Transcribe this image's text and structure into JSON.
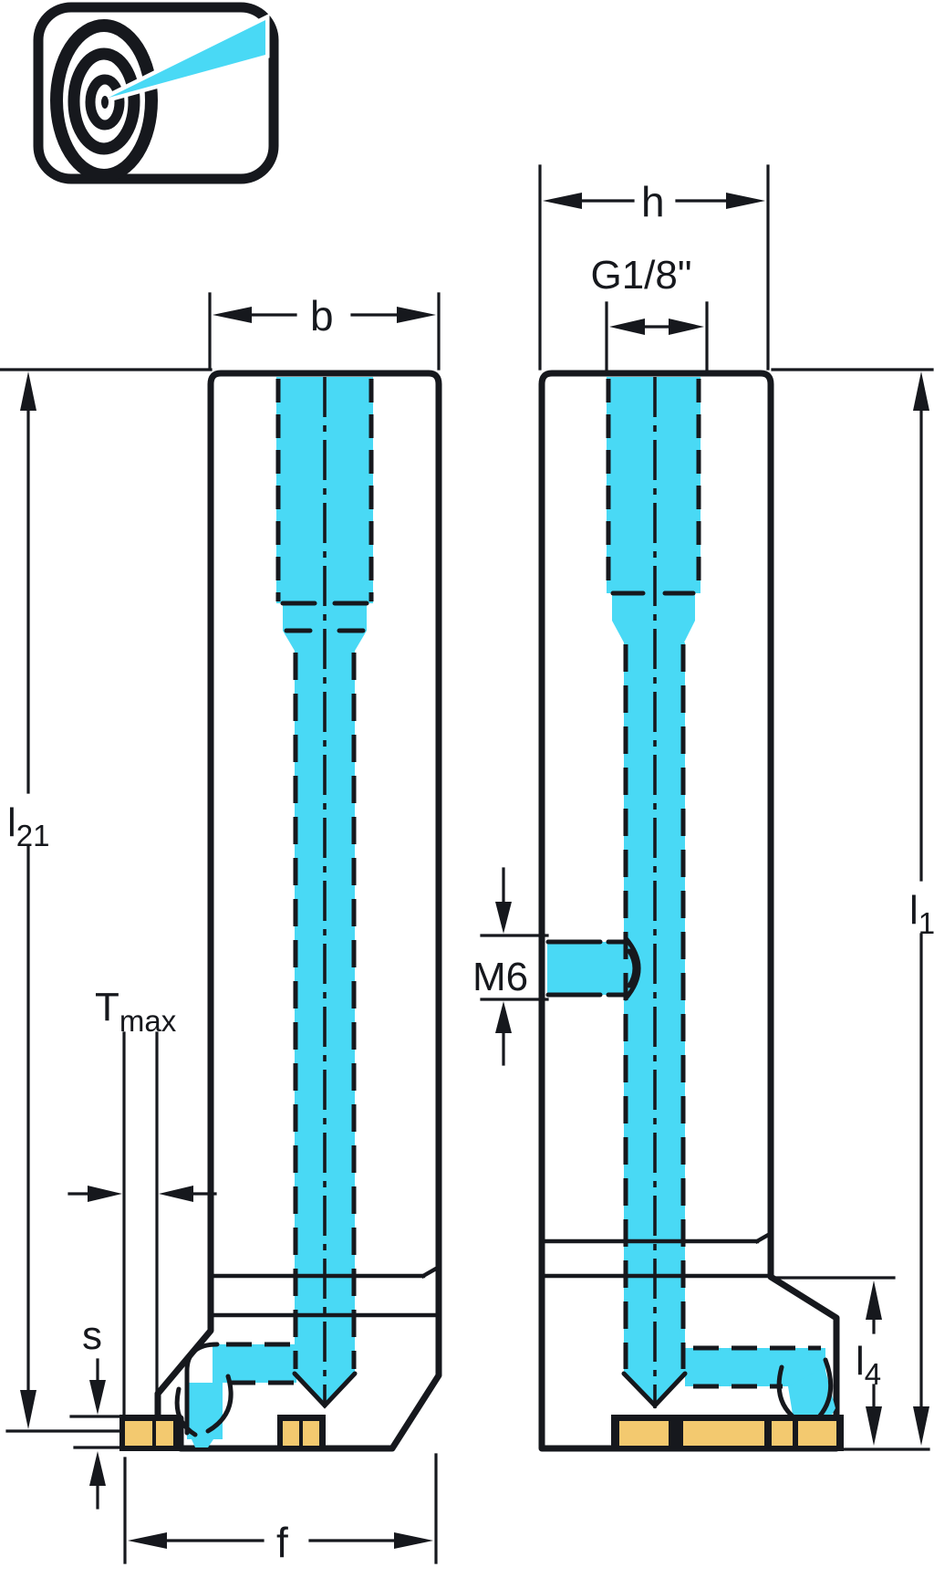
{
  "colors": {
    "line": "#16181d",
    "body_fill": "#d7dadb",
    "coolant": "#49d9f5",
    "insert": "#f3c96f",
    "background": "#ffffff"
  },
  "labels": {
    "b": "b",
    "h": "h",
    "f": "f",
    "s": "s",
    "g18": "G1/8\"",
    "m6": "M6",
    "tmax_base": "T",
    "tmax_sub": "max",
    "l21_base": "l",
    "l21_sub": "21",
    "l1_base": "l",
    "l1_sub": "1",
    "l4_base": "l",
    "l4_sub": "4"
  }
}
